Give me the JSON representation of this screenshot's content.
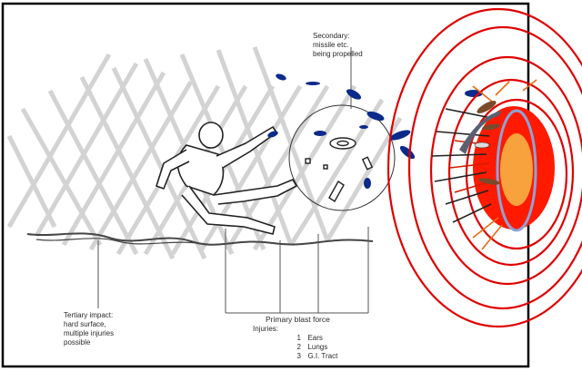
{
  "labels": {
    "secondary": "Secondary:\nmissile etc.\nbeing propelled",
    "tertiary": "Tertiary impact:\nhard surface,\nmultiple injuries\npossible",
    "primary_title": "Primary blast force",
    "injuries_lead": "Injuries:"
  },
  "injuries": [
    {
      "num": "1",
      "name": "Ears"
    },
    {
      "num": "2",
      "name": "Lungs"
    },
    {
      "num": "3",
      "name": "G.I. Tract"
    }
  ],
  "colors": {
    "frame": "#000000",
    "hatch": "#cfcfcf",
    "ring": "#e00000",
    "blast_red": "#ff1a00",
    "blast_core": "#f7a23c",
    "debris_blue": "#0b2a8a",
    "arrow_orange": "#e86a10",
    "ground_ink": "#444444"
  }
}
